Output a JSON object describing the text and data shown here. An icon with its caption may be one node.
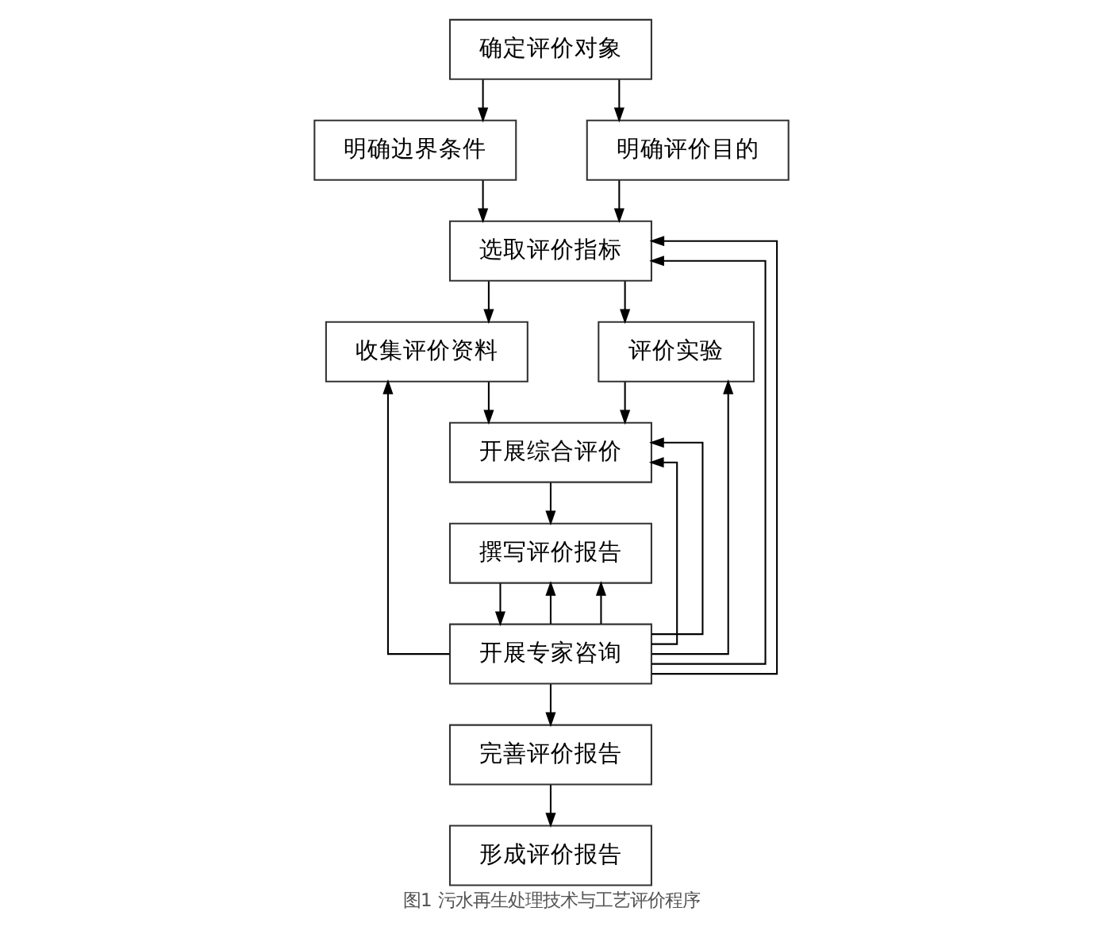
{
  "diagram": {
    "caption": "图1 污水再生处理技术与工艺评价程序",
    "nodes": [
      {
        "text": [
          "确定评价对象"
        ]
      },
      {
        "text": [
          "明确边界条件"
        ]
      },
      {
        "text": [
          "明确评价目的"
        ]
      },
      {
        "text": [
          "选取评价指标"
        ]
      },
      {
        "text": [
          "收集评价资料"
        ]
      },
      {
        "text": [
          "评价实验"
        ]
      },
      {
        "text": [
          "开展综合评价"
        ]
      },
      {
        "text": [
          "撰写评价报告"
        ]
      },
      {
        "text": [
          "开展专家咨询"
        ]
      },
      {
        "text": [
          "完善评价报告"
        ]
      },
      {
        "text": [
          "形成评价报告"
        ]
      }
    ],
    "edges": [
      {
        "from": 0,
        "to": 1,
        "arrow": "to"
      },
      {
        "from": 0,
        "to": 2,
        "arrow": "to"
      },
      {
        "from": 1,
        "to": 3,
        "arrow": "to"
      },
      {
        "from": 2,
        "to": 3,
        "arrow": "to"
      },
      {
        "from": 3,
        "to": 4,
        "arrow": "to"
      },
      {
        "from": 3,
        "to": 5,
        "arrow": "to"
      },
      {
        "from": 4,
        "to": 6,
        "arrow": "to"
      },
      {
        "from": 5,
        "to": 6,
        "arrow": "to"
      },
      {
        "from": 6,
        "to": 7,
        "arrow": "to"
      },
      {
        "from": 7,
        "to": 8,
        "arrow": "to"
      },
      {
        "from": 8,
        "to": 9,
        "arrow": "to"
      },
      {
        "from": 9,
        "to": 10,
        "arrow": "to"
      },
      {
        "from": 8,
        "to": 3,
        "arrow": "to"
      },
      {
        "from": 8,
        "to": 4,
        "arrow": "to"
      },
      {
        "from": 8,
        "to": 6,
        "arrow": "to"
      },
      {
        "from": 8,
        "to": 7,
        "arrow": "to"
      },
      {
        "from": 8,
        "to": 3,
        "arrow": "to"
      },
      {
        "from": 8,
        "to": 5,
        "arrow": "to"
      },
      {
        "from": 8,
        "to": 6,
        "arrow": "to"
      },
      {
        "from": 8,
        "to": 7,
        "arrow": "to"
      }
    ]
  }
}
